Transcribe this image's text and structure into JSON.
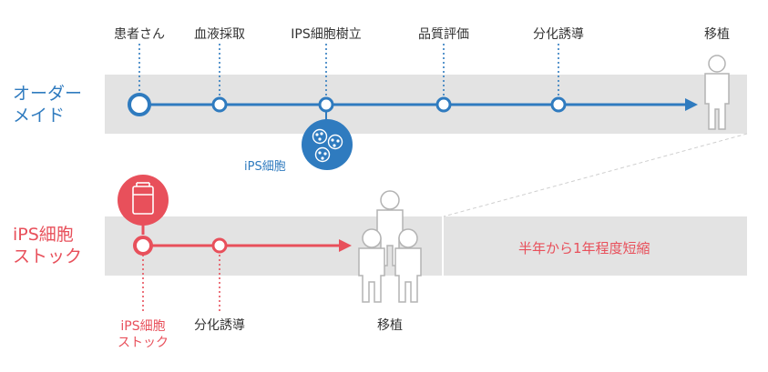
{
  "colors": {
    "blue": "#2f7bbf",
    "pink": "#e8505b",
    "band": "#e3e3e3",
    "figure_fill": "#ffffff",
    "figure_stroke": "#b3b3b3"
  },
  "lane_order": {
    "title_line1": "オーダー",
    "title_line2": "メイド",
    "steps": [
      "患者さん",
      "血液採取",
      "IPS細胞樹立",
      "品質評価",
      "分化誘導",
      "移植"
    ],
    "ips_bubble_label": "iPS細胞"
  },
  "lane_stock": {
    "title_line1": "iPS細胞",
    "title_line2": "ストック",
    "stock_label_line1": "iPS細胞",
    "stock_label_line2": "ストック",
    "steps": [
      "分化誘導",
      "移植"
    ],
    "reduction_note": "半年から1年程度短縮"
  }
}
